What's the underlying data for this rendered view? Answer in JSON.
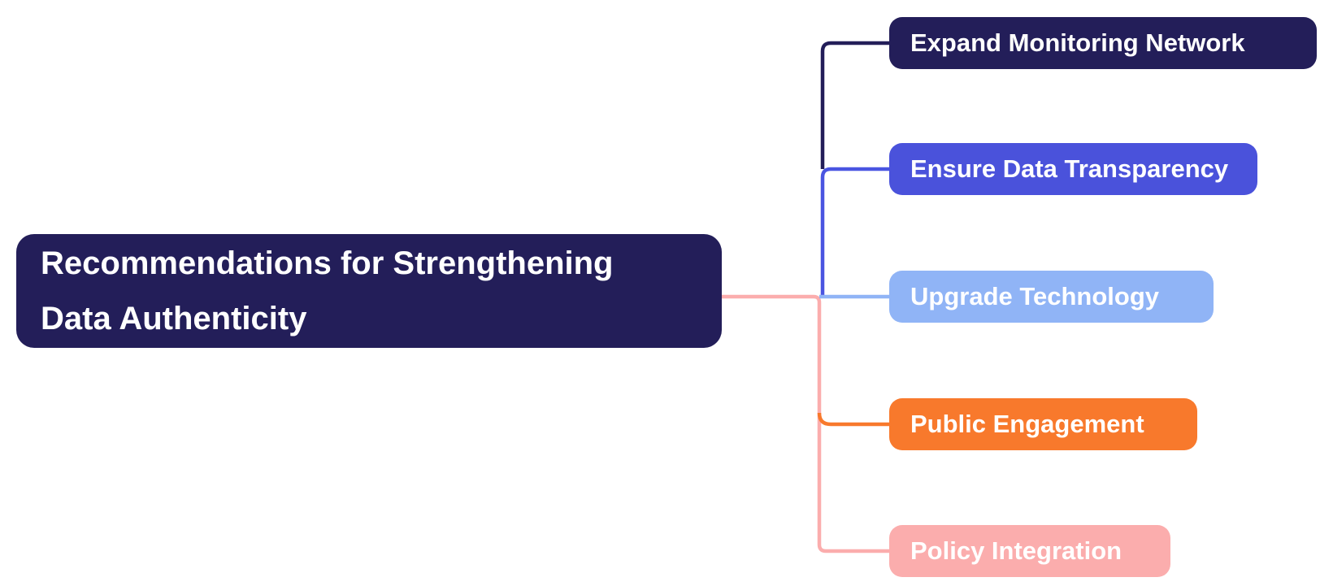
{
  "diagram": {
    "title": "Recommendations for Strengthening Data Authenticity",
    "background_color": "#FFFFFF",
    "root": {
      "label": "Recommendations for Strengthening Data Authenticity",
      "fill": "#231E59",
      "text_color": "#FFFFFF"
    },
    "children": [
      {
        "label": "Expand Monitoring Network",
        "fill": "#231E59",
        "line_color": "#231E59",
        "text_color": "#FFFFFF"
      },
      {
        "label": "Ensure Data Transparency",
        "fill": "#4A52DB",
        "line_color": "#4A55E1",
        "text_color": "#FFFFFF"
      },
      {
        "label": "Upgrade Technology",
        "fill": "#90B4F6",
        "line_color": "#90B4F6",
        "text_color": "#FFFFFF"
      },
      {
        "label": "Public Engagement",
        "fill": "#F8792C",
        "line_color": "#F8792C",
        "text_color": "#FFFFFF"
      },
      {
        "label": "Policy Integration",
        "fill": "#FBADAD",
        "line_color": "#FBADAD",
        "text_color": "#FFFFFF"
      }
    ],
    "trunk_line_color": "#FBADAD"
  }
}
